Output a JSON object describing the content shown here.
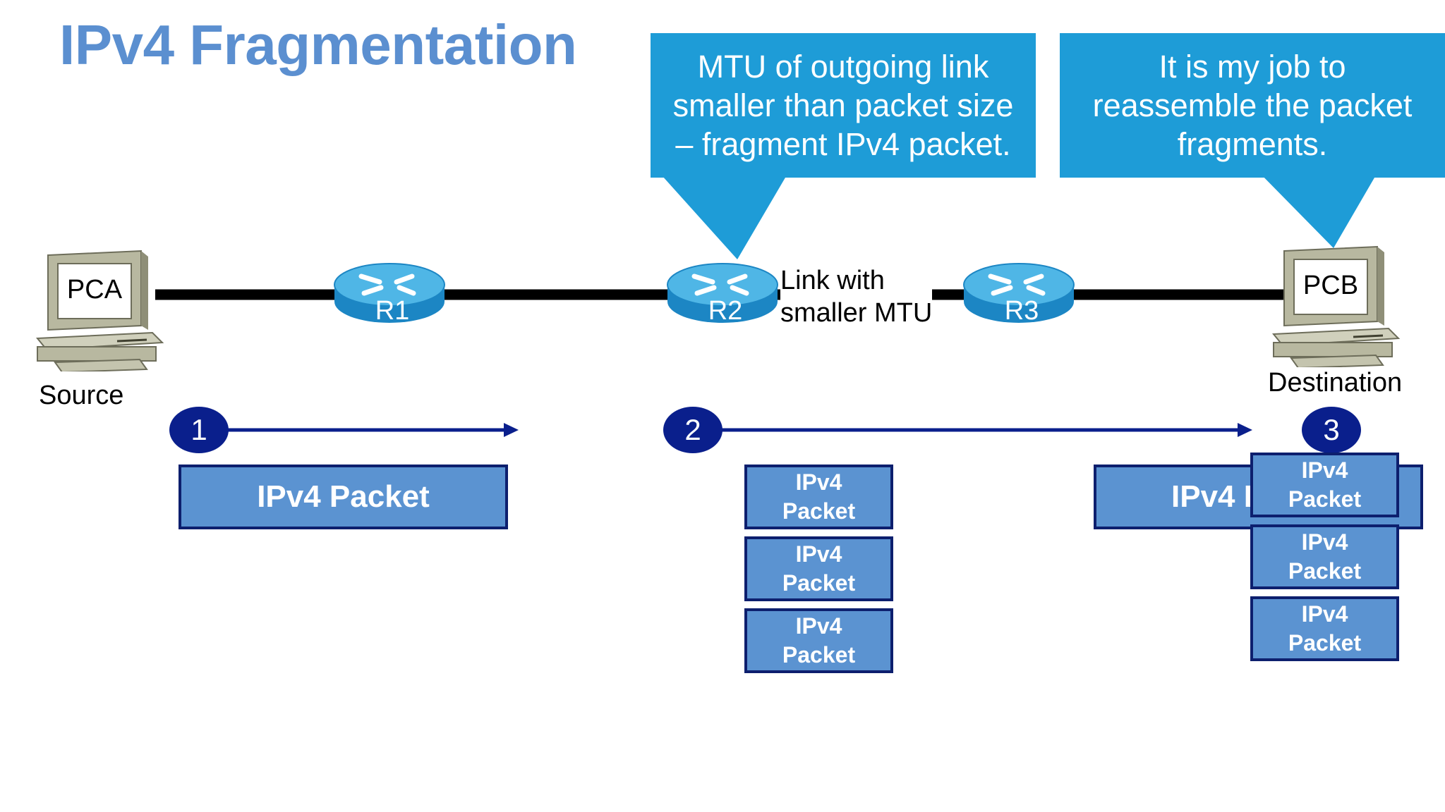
{
  "title": "IPv4 Fragmentation",
  "callouts": {
    "r2": [
      "MTU of outgoing link",
      "smaller than packet size",
      "– fragment IPv4 packet."
    ],
    "pcb": [
      "It is my job to",
      "reassemble the packet",
      "fragments."
    ]
  },
  "devices": {
    "pca": {
      "label": "PCA",
      "caption": "Source"
    },
    "pcb": {
      "label": "PCB",
      "caption": "Destination"
    },
    "r1": "R1",
    "r2": "R2",
    "r3": "R3"
  },
  "link_label": [
    "Link with",
    "smaller MTU"
  ],
  "steps": [
    "1",
    "2",
    "3"
  ],
  "packets": {
    "original": "IPv4 Packet",
    "fragment": [
      "IPv4",
      "Packet"
    ],
    "reassembled_partial": "IPv4 I"
  },
  "colors": {
    "title": "#5b8fd0",
    "callout": "#1e9cd7",
    "step_badge": "#0a1f8c",
    "packet_fill": "#5b93d1",
    "packet_border": "#0d1f6e"
  }
}
